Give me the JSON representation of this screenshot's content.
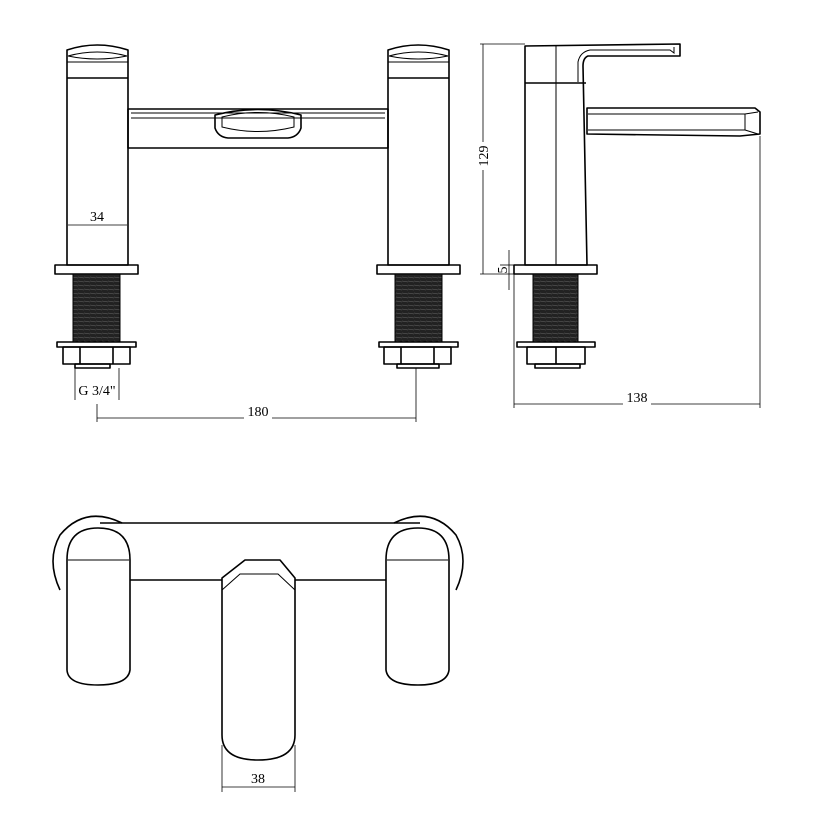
{
  "drawing": {
    "line_color": "#000000",
    "background": "#ffffff",
    "views": [
      "front",
      "side",
      "top"
    ],
    "dimensions": {
      "pillar_width": "34",
      "thread_size": "G 3/4\"",
      "centres": "180",
      "height": "129",
      "base_thickness": "5",
      "projection": "138",
      "spout_width": "38"
    }
  }
}
